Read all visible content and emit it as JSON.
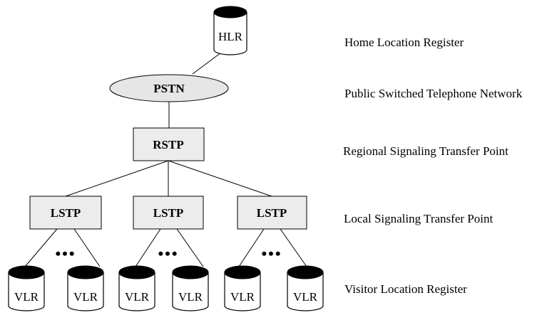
{
  "nodes": {
    "hlr": "HLR",
    "pstn": "PSTN",
    "rstp": "RSTP",
    "lstp": [
      "LSTP",
      "LSTP",
      "LSTP"
    ],
    "vlr": [
      "VLR",
      "VLR",
      "VLR",
      "VLR",
      "VLR",
      "VLR"
    ],
    "ellipsis": "•••"
  },
  "labels": {
    "hlr": "Home Location Register",
    "pstn": "Public Switched Telephone Network",
    "rstp": "Regional Signaling Transfer Point",
    "lstp": "Local Signaling Transfer Point",
    "vlr": "Visitor Location Register"
  }
}
